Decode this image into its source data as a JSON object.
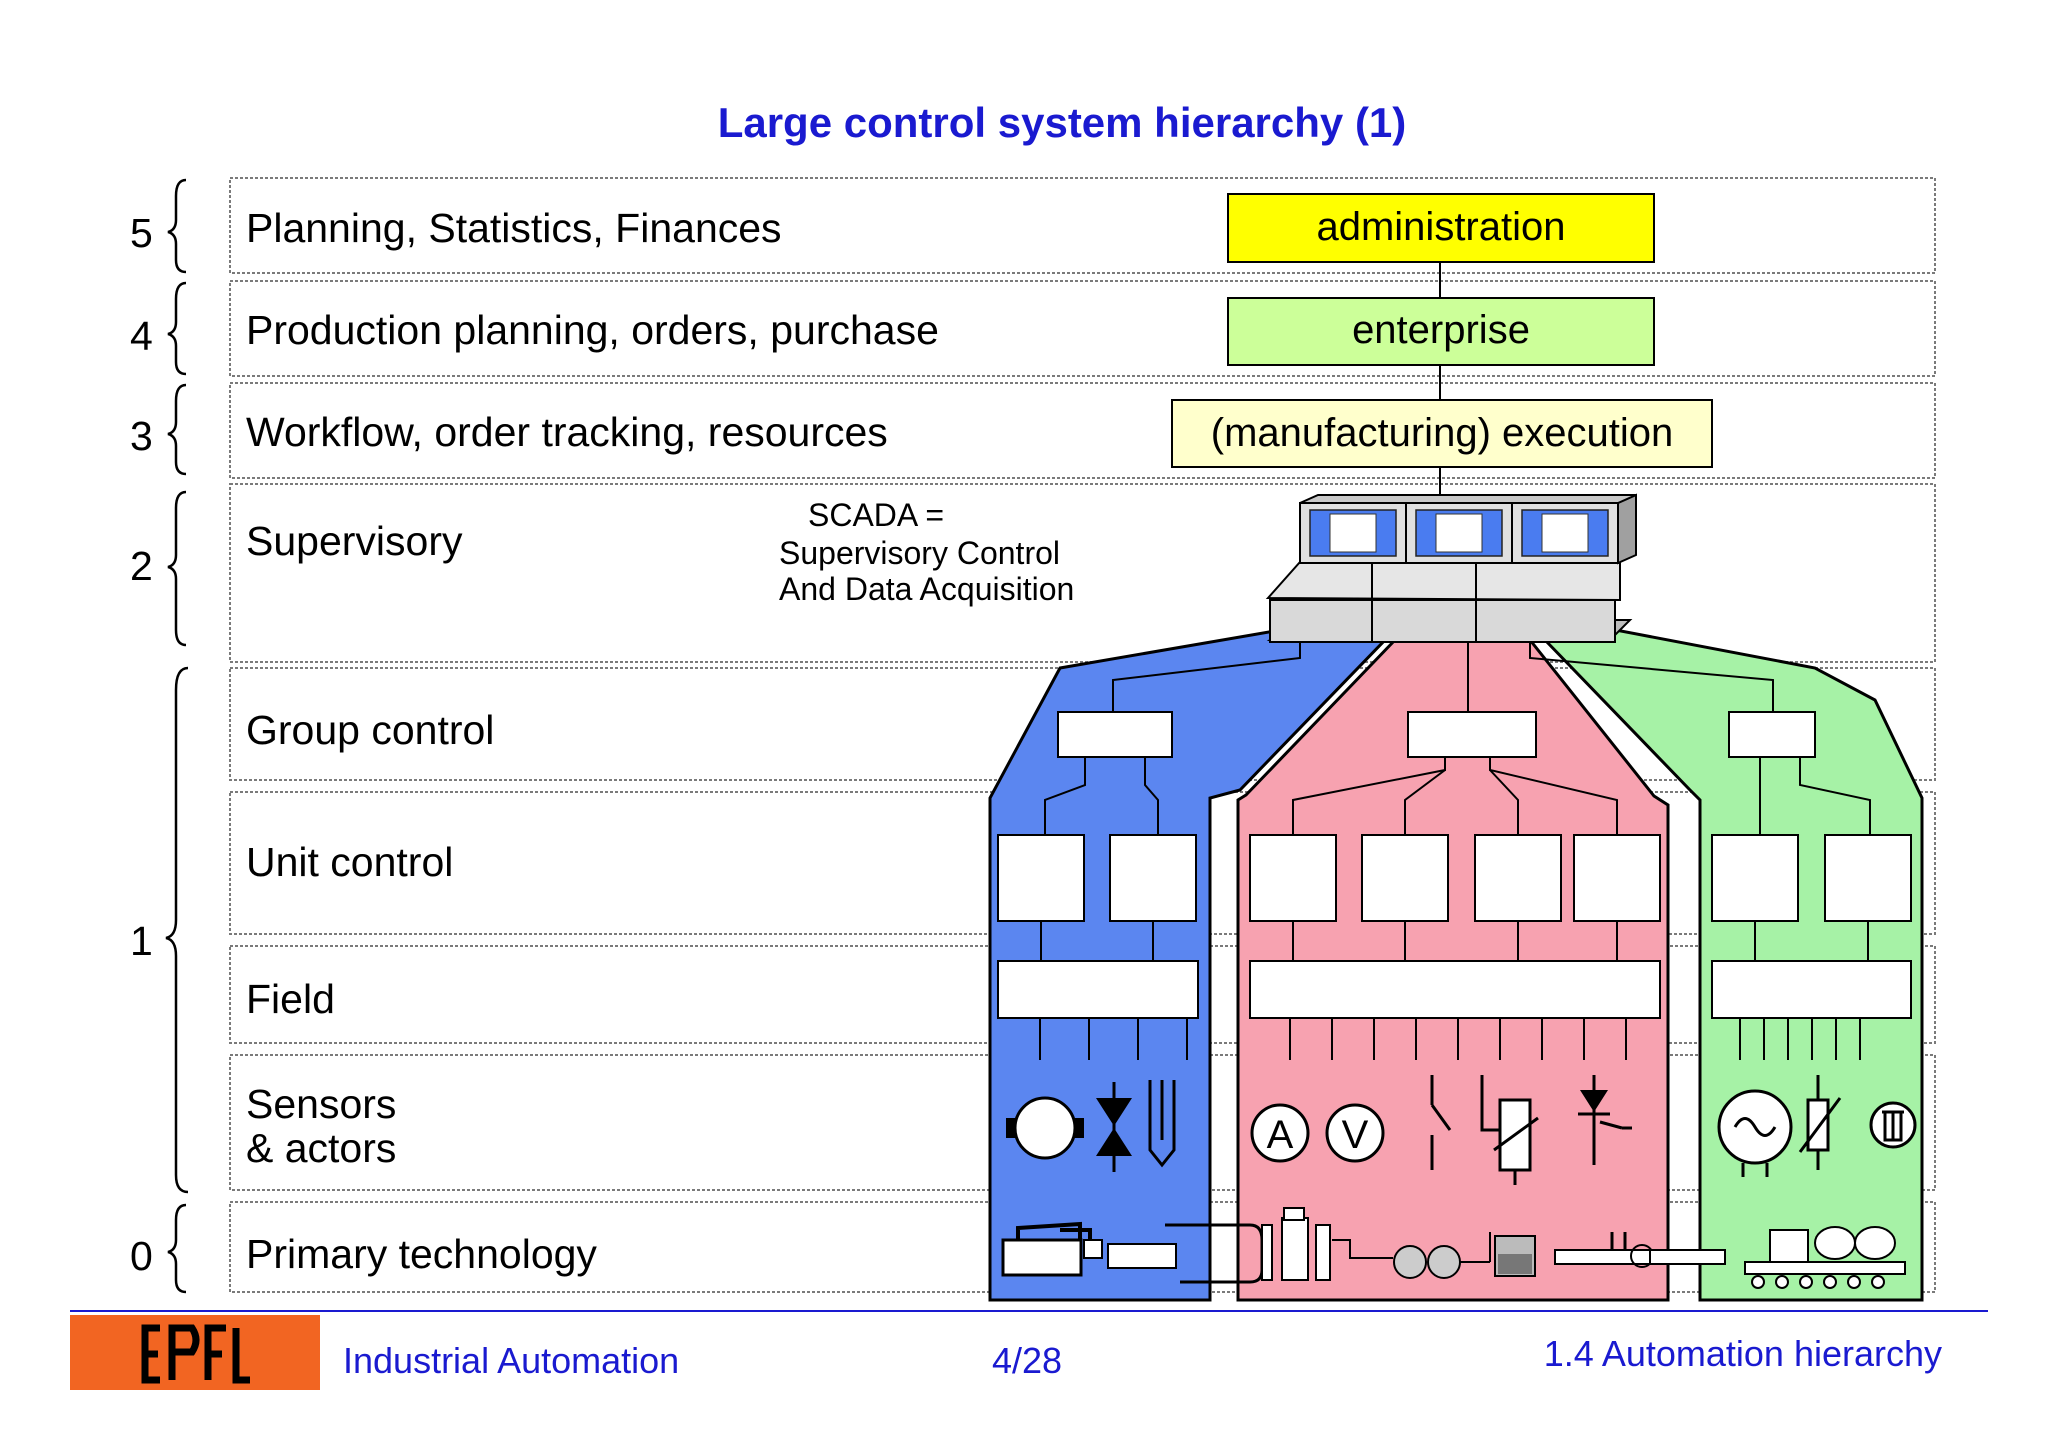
{
  "title": "Large control system hierarchy (1)",
  "layers": [
    {
      "level": "5",
      "label": "Planning, Statistics, Finances"
    },
    {
      "level": "4",
      "label": "Production planning, orders, purchase"
    },
    {
      "level": "3",
      "label": "Workflow, order tracking, resources"
    },
    {
      "level": "2",
      "label": "Supervisory"
    },
    {
      "level": "",
      "label": "Group control"
    },
    {
      "level": "",
      "label": "Unit control"
    },
    {
      "level": "",
      "label": "Field"
    },
    {
      "level": "1",
      "label_line1": "Sensors",
      "label_line2": "& actors"
    },
    {
      "level": "0",
      "label": "Primary technology"
    }
  ],
  "boxes": {
    "administration": "administration",
    "enterprise": "enterprise",
    "execution": "(manufacturing) execution"
  },
  "scada_note": [
    "SCADA =",
    "Supervisory Control",
    "And Data Acquisition"
  ],
  "sensor_letters": {
    "ammeter": "A",
    "voltmeter": "V"
  },
  "footer": {
    "left": "Industrial Automation",
    "center": "4/28",
    "right": "1.4 Automation hierarchy"
  },
  "colors": {
    "title": "#1a1ad0",
    "administration": "#ffff00",
    "enterprise": "#ccff99",
    "execution": "#ffffcc",
    "area_blue": "#5b86f0",
    "area_pink": "#f7a2b0",
    "area_green": "#a6f2a6",
    "logo": "#f26522"
  }
}
